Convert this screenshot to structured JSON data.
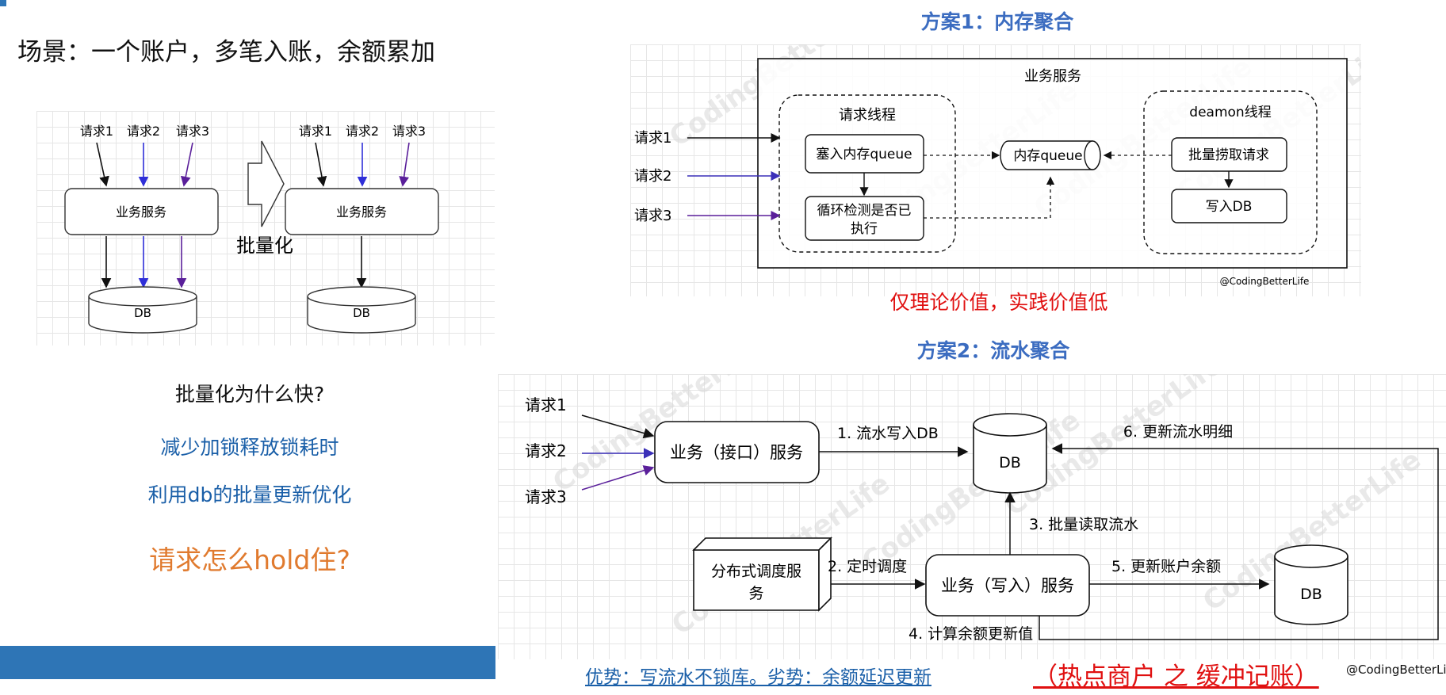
{
  "left": {
    "title": "场景：一个账户，多笔入账，余额累加",
    "diagram": {
      "requests": [
        "请求1",
        "请求2",
        "请求3"
      ],
      "service": "业务服务",
      "db": "DB",
      "arrow_label": "批量化"
    },
    "question": "批量化为什么快?",
    "reason1": "减少加锁释放锁耗时",
    "reason2": "利用db的批量更新优化",
    "question2": "请求怎么hold住?"
  },
  "plan1": {
    "title": "方案1：内存聚合",
    "service": "业务服务",
    "req_thread": "请求线程",
    "enqueue": "塞入内存queue",
    "loop_check_1": "循环检测是否已",
    "loop_check_2": "执行",
    "queue": "内存queue",
    "daemon": "deamon线程",
    "batch_fetch": "批量捞取请求",
    "write_db": "写入DB",
    "requests": [
      "请求1",
      "请求2",
      "请求3"
    ],
    "credit": "@CodingBetterLife",
    "verdict": "仅理论价值，实践价值低"
  },
  "plan2": {
    "title": "方案2：流水聚合",
    "requests": [
      "请求1",
      "请求2",
      "请求3"
    ],
    "api_service": "业务（接口）服务",
    "db": "DB",
    "db2": "DB",
    "step1": "1. 流水写入DB",
    "step2": "2. 定时调度",
    "step3": "3. 批量读取流水",
    "step4": "4. 计算余额更新值",
    "step5": "5. 更新账户余额",
    "step6": "6. 更新流水明细",
    "scheduler_1": "分布式调度服",
    "scheduler_2": "务",
    "write_service": "业务（写入）服务",
    "pros_cons": "优势：写流水不锁库。劣势：余额延迟更新",
    "tag": "（热点商户 之 缓冲记账）",
    "credit": "@CodingBetterLife"
  },
  "watermark": "CodingBetterLife",
  "colors": {
    "blue_text": "#1a5fa8",
    "orange_text": "#e07a2e",
    "red_text": "#e01010",
    "title_blue": "#3b6cc0",
    "bar": "#2e75b6"
  }
}
